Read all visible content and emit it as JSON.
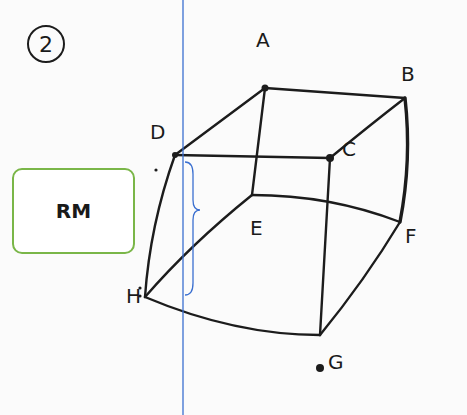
{
  "diagram": {
    "nodes": [
      {
        "text": [
          "2"
        ]
      },
      {
        "text": [
          "RM"
        ]
      }
    ],
    "labels": [
      "A",
      "B",
      "C",
      "D",
      "E",
      "F",
      "G",
      "H"
    ]
  }
}
